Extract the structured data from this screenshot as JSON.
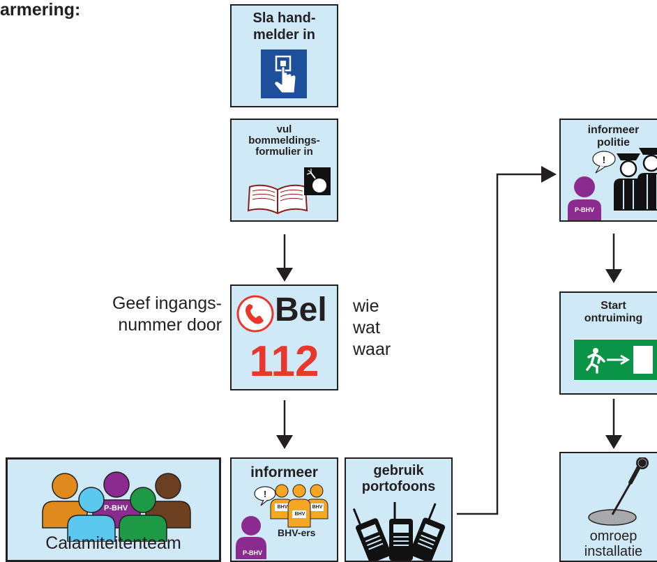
{
  "header": {
    "title": "armering:"
  },
  "col1": {
    "handmelder": {
      "line1": "Sla hand-",
      "line2": "melder in"
    },
    "bommelding": {
      "line1": "vul",
      "line2": "bommeldings-",
      "line3": "formulier in"
    },
    "call": {
      "word": "Bel",
      "number": "112"
    },
    "left_note": {
      "line1": "Geef ingangs-",
      "line2": "nummer door"
    },
    "right_note": {
      "line1": "wie",
      "line2": "wat",
      "line3": "waar"
    },
    "informeer": {
      "title": "informeer",
      "group": "BHV-ers",
      "role": "P-BHV",
      "badge": "BHV"
    }
  },
  "calamiteit": {
    "label": "Calamiteitenteam",
    "role": "P-BHV"
  },
  "portofoons": {
    "line1": "gebruik",
    "line2": "portofoons"
  },
  "col3": {
    "politie": {
      "line1": "informeer",
      "line2": "politie",
      "role": "P-BHV"
    },
    "ontruiming": {
      "line1": "Start",
      "line2": "ontruiming"
    },
    "omroep": {
      "line1": "omroep",
      "line2": "installatie"
    }
  },
  "colors": {
    "box_fill": "#cfe9f7",
    "phone_red": "#e8382d",
    "p_bhv_purple": "#8b2b8f",
    "bhv_orange": "#f5a623",
    "exit_green": "#0a9447",
    "sign_blue": "#1d4f9a"
  },
  "icons": [
    "alarm-button-icon",
    "book-icon",
    "bomb-icon",
    "phone-icon",
    "person-icon",
    "police-icon",
    "walkie-talkie-icon",
    "exit-sign-icon",
    "microphone-icon"
  ]
}
